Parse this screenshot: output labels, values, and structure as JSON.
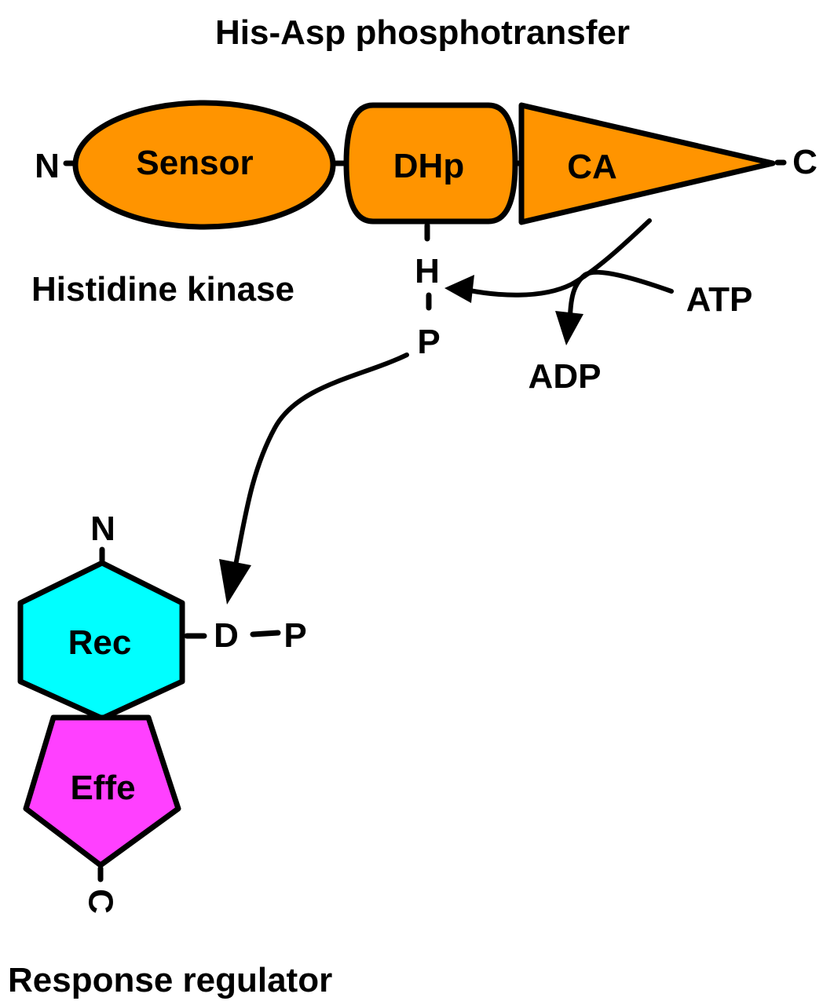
{
  "title": "His-Asp phosphotransfer",
  "histidine_kinase": {
    "label": "Histidine kinase",
    "n_terminus": "N",
    "c_terminus": "C",
    "domains": {
      "sensor": "Sensor",
      "dhp": "DHp",
      "ca": "CA"
    },
    "residue": "H",
    "phosphate": "P",
    "color": "#ff9400"
  },
  "atp_reaction": {
    "atp": "ATP",
    "adp": "ADP"
  },
  "response_regulator": {
    "label": "Response regulator",
    "n_terminus": "N",
    "c_terminus": "C",
    "domains": {
      "rec": "Rec",
      "effector": "Effe"
    },
    "residue": "D",
    "phosphate": "P",
    "rec_color": "#00ffff",
    "effector_color": "#ff40ff"
  }
}
